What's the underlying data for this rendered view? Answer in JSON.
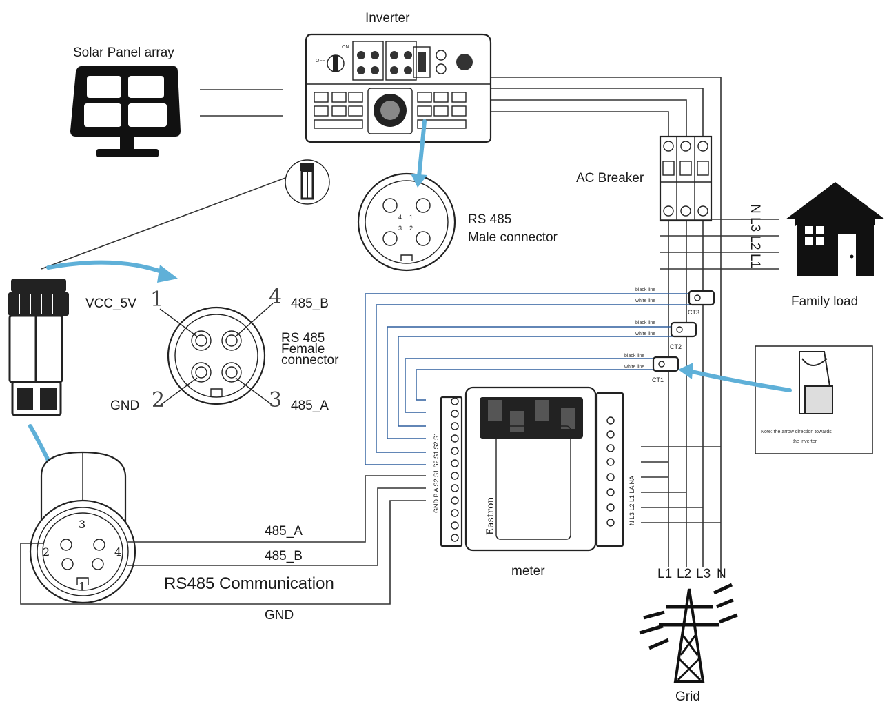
{
  "labels": {
    "inverter": "Inverter",
    "solar": "Solar Panel array",
    "ac_breaker": "AC Breaker",
    "rs485_male_1": "RS 485",
    "rs485_male_2": "Male connector",
    "family_load": "Family load",
    "vcc": "VCC_5V",
    "b485": "485_B",
    "a485": "485_A",
    "gnd": "GND",
    "rs485_female_1": "RS 485",
    "rs485_female_2": "Female",
    "rs485_female_3": "connector",
    "pin1": "1",
    "pin2": "2",
    "pin3": "3",
    "pin4": "4",
    "ct1": "CT1",
    "ct2": "CT2",
    "ct3": "CT3",
    "black_line": "black line",
    "white_line": "white line",
    "meter": "meter",
    "eastron": "Eastron",
    "grid": "Grid",
    "l1": "L1",
    "l2": "L2",
    "l3": "L3",
    "n": "N",
    "wire_485a": "485_A",
    "wire_485b": "485_B",
    "wire_gnd": "GND",
    "rs485_comm": "RS485 Communication",
    "note_1": "Note: the arrow direction towards",
    "note_2": "the inverter",
    "home_lines": "N L3 L2 L1",
    "meter_left_terminals": "GND B  A  S2 S1 S2 S1 S2 S1",
    "meter_right_terminals": "N L3 L2 L1 LA NA",
    "male_pins": [
      "4",
      "1",
      "3",
      "2"
    ]
  },
  "colors": {
    "arrow": "#5fb0d8",
    "ct_wire": "#2e5f9e",
    "line": "#333333"
  }
}
